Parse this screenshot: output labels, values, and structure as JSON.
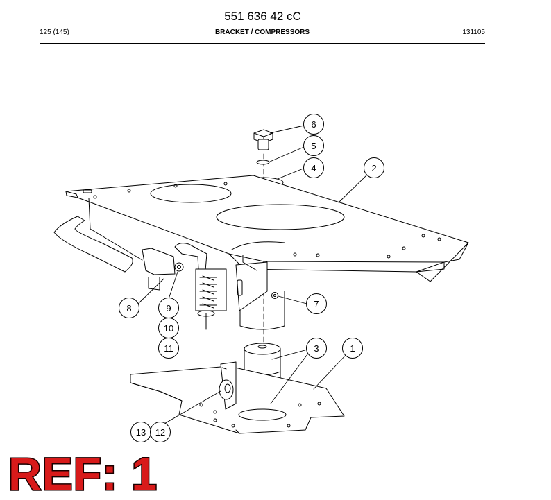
{
  "header": {
    "doc_number": "551 636 42 cC",
    "page_ref": "125 (145)",
    "section_title": "BRACKET / COMPRESSORS",
    "date_code": "131105"
  },
  "callouts": [
    {
      "id": "6",
      "label": "6"
    },
    {
      "id": "5",
      "label": "5"
    },
    {
      "id": "4",
      "label": "4"
    },
    {
      "id": "2",
      "label": "2"
    },
    {
      "id": "7",
      "label": "7"
    },
    {
      "id": "8",
      "label": "8"
    },
    {
      "id": "9",
      "label": "9"
    },
    {
      "id": "10",
      "label": "10"
    },
    {
      "id": "11",
      "label": "11"
    },
    {
      "id": "3",
      "label": "3"
    },
    {
      "id": "1",
      "label": "1"
    },
    {
      "id": "13",
      "label": "13"
    },
    {
      "id": "12",
      "label": "12"
    }
  ],
  "ref_label": "REF: 1",
  "colors": {
    "ink": "#000000",
    "ref_text": "#d81a1a"
  }
}
